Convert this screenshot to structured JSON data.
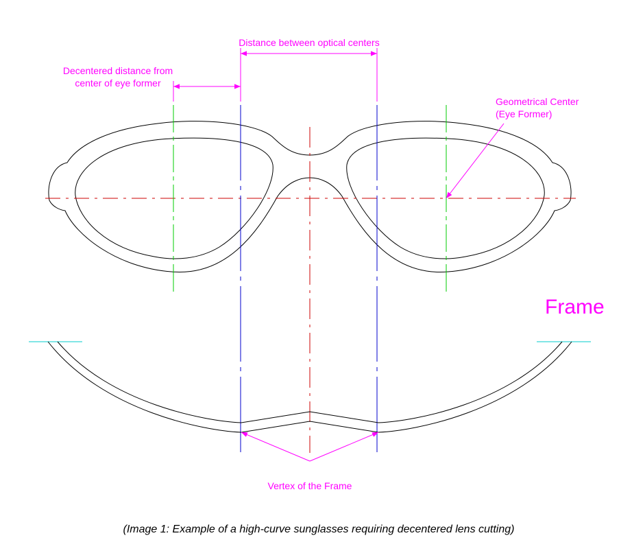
{
  "labels": {
    "optical_centers": "Distance between optical centers",
    "decentered_line1": "Decentered distance from",
    "decentered_line2": "center of eye former",
    "geo_center_line1": "Geometrical Center",
    "geo_center_line2": "(Eye Former)",
    "frame": "Frame",
    "vertex": "Vertex of the Frame"
  },
  "caption": "(Image 1: Example of a high-curve sunglasses requiring decentered lens cutting)",
  "colors": {
    "annotation": "#ff00ff",
    "outline": "#000000",
    "center_line": "#cc0000",
    "eye_former_axis": "#00cc00",
    "optical_axis": "#0000cc",
    "base_line": "#00cccc"
  }
}
